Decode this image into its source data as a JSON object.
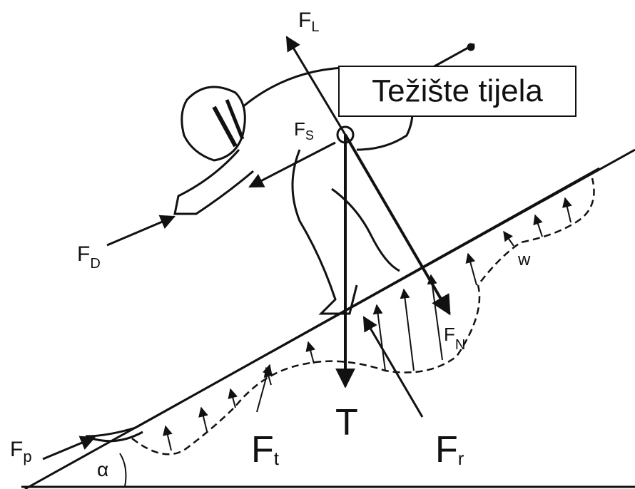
{
  "callout": {
    "text": "Težište tijela"
  },
  "labels": {
    "lift": {
      "main": "F",
      "sub": "L"
    },
    "drag": {
      "main": "F",
      "sub": "D"
    },
    "side": {
      "main": "F",
      "sub": "S"
    },
    "normal": {
      "main": "F",
      "sub": "N"
    },
    "weight": "T",
    "tangential": {
      "main": "F",
      "sub": "t"
    },
    "resistance": {
      "main": "F",
      "sub": "r"
    },
    "push": {
      "main": "F",
      "sub": "p"
    },
    "slope_angle": "α",
    "pressure": "w"
  },
  "colors": {
    "ink": "#111111",
    "background": "#ffffff"
  }
}
